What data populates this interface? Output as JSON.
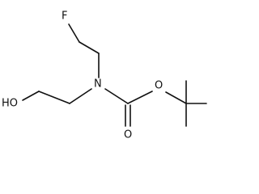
{
  "molecule": {
    "atoms": {
      "fluorine": "F",
      "nitrogen": "N",
      "hydroxyl": "HO",
      "ester_oxygen": "O",
      "carbonyl_oxygen": "O"
    }
  }
}
